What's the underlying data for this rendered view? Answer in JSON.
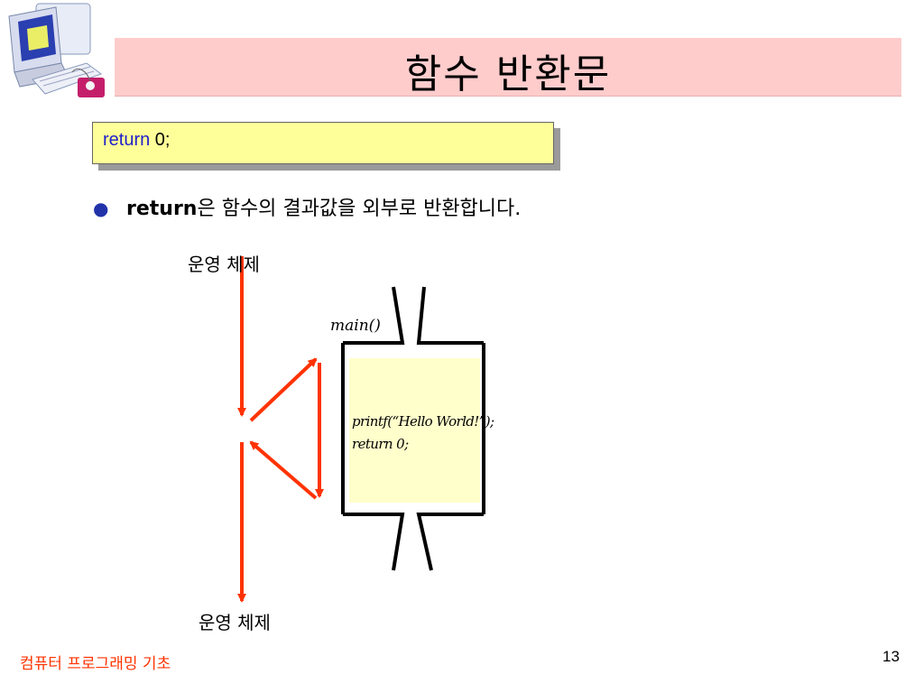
{
  "title": "함수 반환문",
  "code_box": {
    "keyword": "return",
    "rest": " 0;"
  },
  "bullet": {
    "keyword": "return",
    "text": "은 함수의 결과값을 외부로 반환합니다."
  },
  "diagram": {
    "os_top": "운영 체제",
    "os_bottom": "운영 체제",
    "function_name": "main()",
    "code_lines": [
      "printf(“Hello World!”);",
      "return 0;"
    ],
    "arrow_color": "#ff3300"
  },
  "footer": {
    "course": "컴퓨터 프로그래밍 기초",
    "page": "13"
  },
  "icons": {
    "clipart": "computer-clipart-icon"
  },
  "colors": {
    "title_band": "#ffcccc",
    "code_box": "#ffff99",
    "keyword": "#1f1fcc",
    "footer": "#ff3300"
  }
}
